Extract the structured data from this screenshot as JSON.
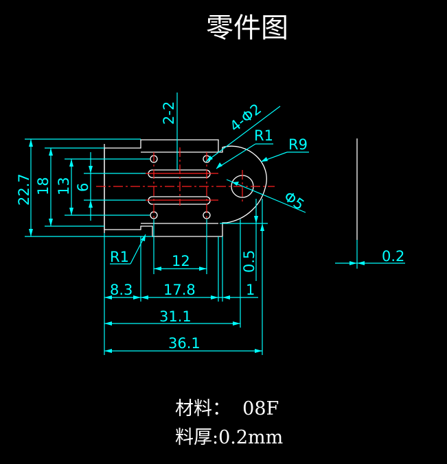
{
  "title": "零件图",
  "material_line": "材料：  08F",
  "thickness_line": "料厚:0.2mm",
  "dimensions": {
    "holes_2": "2-2",
    "holes_4": "4-Φ2",
    "r1_top": "R1",
    "r9": "R9",
    "dia5": "Φ5",
    "h22_7": "22.7",
    "h18": "18",
    "h13": "13",
    "h6": "6",
    "r1_bottom": "R1",
    "w12": "12",
    "h0_5": "0.5",
    "t0_2": "0.2",
    "w8_3": "8.3",
    "w17_8": "17.8",
    "w1": "1",
    "w31_1": "31.1",
    "w36_1": "36.1"
  },
  "colors": {
    "background": "#000000",
    "outline": "#ffffff",
    "dimension": "#00ffff",
    "centerline": "#ff2020"
  }
}
